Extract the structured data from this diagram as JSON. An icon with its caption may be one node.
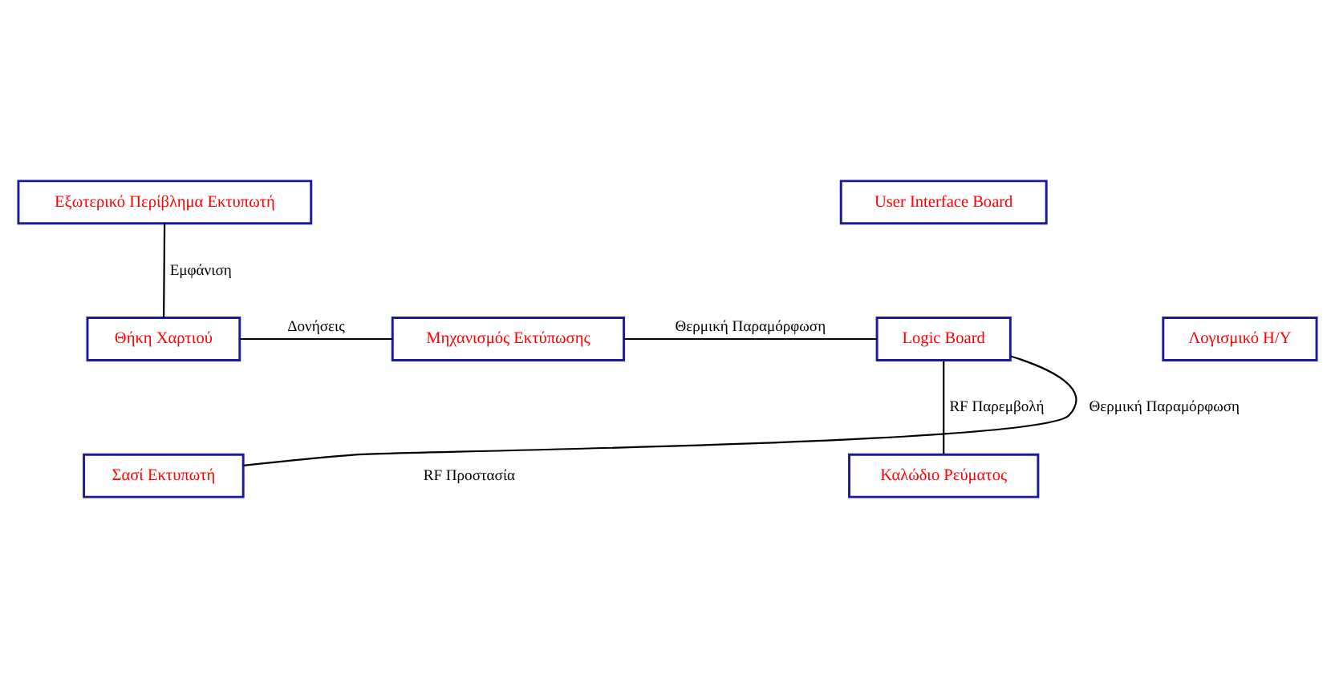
{
  "diagram": {
    "nodes": [
      {
        "text": [
          "Εξωτερικό Περίβλημα Εκτυπωτή"
        ]
      },
      {
        "text": [
          "User Interface Board"
        ]
      },
      {
        "text": [
          "Θήκη Χαρτιού"
        ]
      },
      {
        "text": [
          "Μηχανισμός Εκτύπωσης"
        ]
      },
      {
        "text": [
          "Logic Board"
        ]
      },
      {
        "text": [
          "Λογισμικό Η/Υ"
        ]
      },
      {
        "text": [
          "Σασί Εκτυπωτή"
        ]
      },
      {
        "text": [
          "Καλώδιο Ρεύματος"
        ]
      }
    ],
    "edges": [
      {
        "from": 0,
        "to": 2,
        "arrow": "none",
        "label": "Εμφάνιση"
      },
      {
        "from": 2,
        "to": 3,
        "arrow": "none",
        "label": "Δονήσεις"
      },
      {
        "from": 3,
        "to": 4,
        "arrow": "none",
        "label": "Θερμική Παραμόρφωση"
      },
      {
        "from": 6,
        "to": 4,
        "arrow": "none",
        "label": "Θερμική Παραμόρφωση"
      },
      {
        "from": 4,
        "to": 7,
        "arrow": "none",
        "label": "RF Παρεμβολή"
      }
    ],
    "labels": [
      "RF Προστασία"
    ]
  }
}
